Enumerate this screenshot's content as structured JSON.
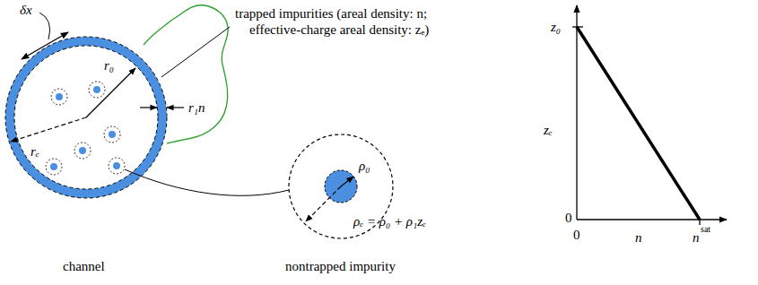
{
  "diagram": {
    "labels": [
      "δx",
      "trapped impurities (areal density: n;",
      "effective-charge areal density: zₑ)",
      "r₀",
      "r₁n",
      "rₑ",
      "channel",
      "nontrapped impurity",
      "ρ₀",
      "ρₑ = ρ₀ + ρ₁zₑ",
      "z₀",
      "zₑ",
      "0",
      "0",
      "n",
      "n",
      "sat"
    ]
  }
}
